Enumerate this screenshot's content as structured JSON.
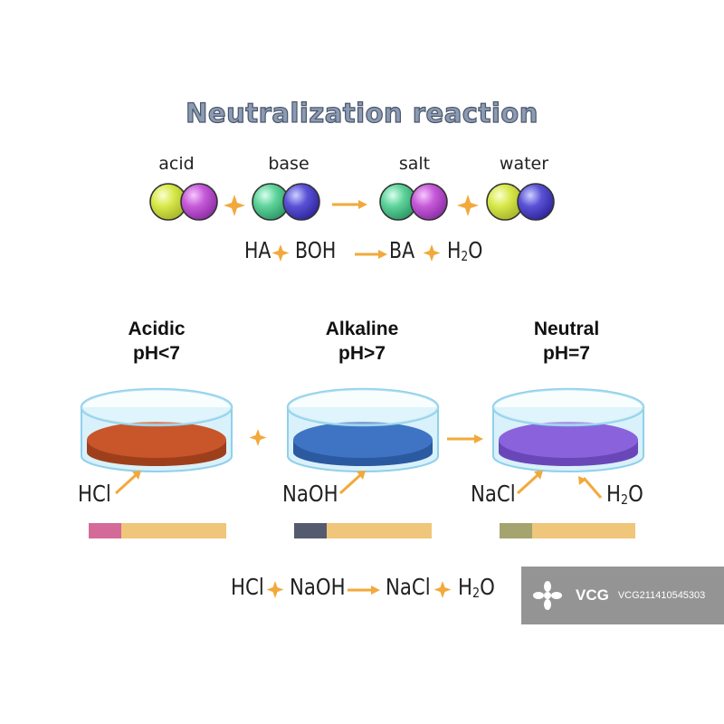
{
  "title": "Neutralization reaction",
  "molecule_labels": [
    "acid",
    "base",
    "salt",
    "water"
  ],
  "general_equation": {
    "reactant1": "HA",
    "reactant2": "BOH",
    "product1": "BA",
    "product2_main": "H",
    "product2_sub": "2",
    "product2_end": "O"
  },
  "states": [
    {
      "name": "Acidic",
      "ph": "pH<7"
    },
    {
      "name": "Alkaline",
      "ph": "pH>7"
    },
    {
      "name": "Neutral",
      "ph": "pH=7"
    }
  ],
  "dish_labels": {
    "acid": "HCl",
    "base": "NaOH",
    "salt": "NaCl",
    "water_main": "H",
    "water_sub": "2",
    "water_end": "O"
  },
  "specific_equation": {
    "reactant1": "HCl",
    "reactant2": "NaOH",
    "product1": "NaCl",
    "product2_main": "H",
    "product2_sub": "2",
    "product2_end": "O"
  },
  "colors": {
    "acid_liquid": "#c9552a",
    "base_liquid": "#3f74c4",
    "neutral_liquid": "#8a63dc",
    "acid_strip": "#d46a9a",
    "base_strip": "#555b6e",
    "neutral_strip": "#a3a46e",
    "arrow": "#f2a93b",
    "atom_yellow": "#d7e84a",
    "atom_magenta": "#c65ad8",
    "atom_green": "#5ed39a",
    "atom_blue": "#5a52d6"
  },
  "watermark": {
    "logo": "VCG",
    "code": "VCG211410545303"
  }
}
